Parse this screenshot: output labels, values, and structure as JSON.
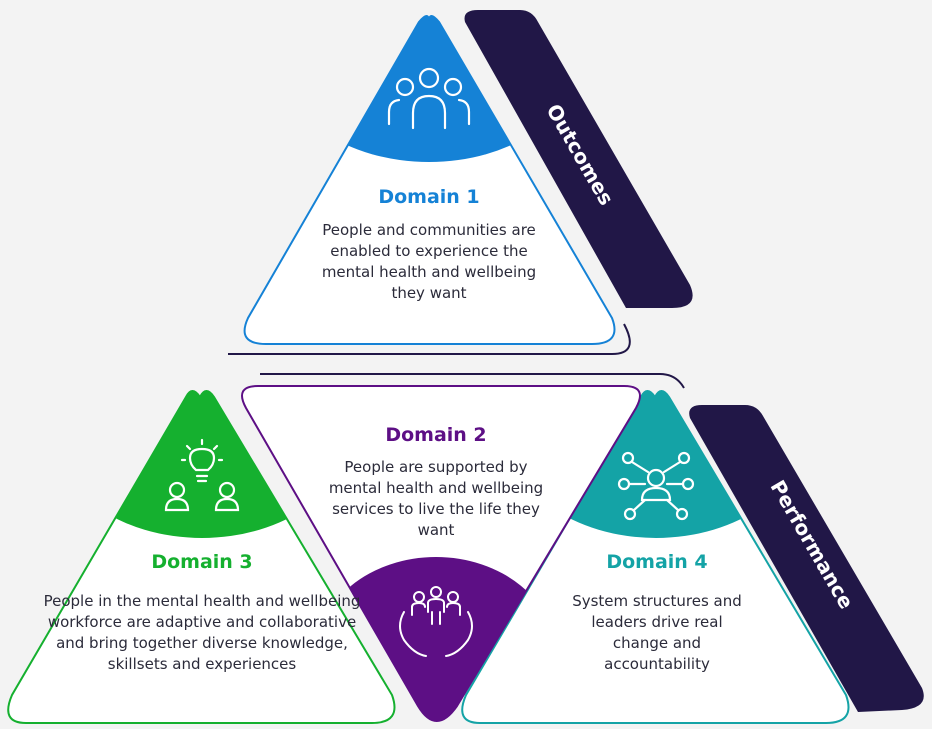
{
  "colors": {
    "background": "#f3f3f3",
    "band": "#211747",
    "domain1": "#1582d6",
    "domain2": "#5d0f85",
    "domain3": "#15b02f",
    "domain4": "#14a3a6"
  },
  "bands": {
    "outcomes": "Outcomes",
    "performance": "Performance"
  },
  "domain1": {
    "title": "Domain 1",
    "text": "People and communities are enabled to experience the mental health and wellbeing they want",
    "icon": "people-group-icon"
  },
  "domain2": {
    "title": "Domain 2",
    "text": "People are supported by mental health and wellbeing services to live the life they want",
    "icon": "people-in-hands-icon"
  },
  "domain3": {
    "title": "Domain 3",
    "text": "People in the mental health and wellbeing workforce are adaptive and collaborative and bring together diverse knowledge, skillsets and experiences",
    "icon": "people-idea-icon"
  },
  "domain4": {
    "title": "Domain 4",
    "text": "System structures and leaders drive real change and accountability",
    "icon": "network-person-icon"
  }
}
